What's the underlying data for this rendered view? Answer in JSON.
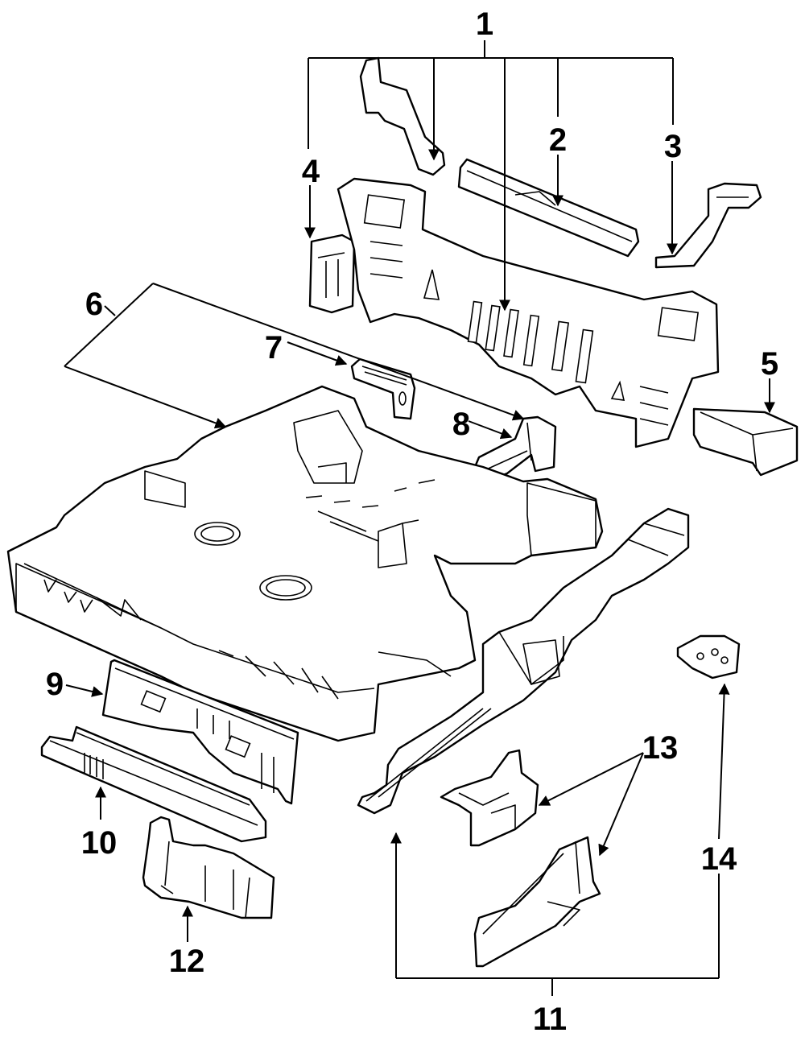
{
  "diagram": {
    "type": "exploded parts diagram",
    "subject": "Rear floor pan and rear body panel assembly",
    "colors": {
      "line": "#000000",
      "background": "#ffffff"
    },
    "callouts": [
      {
        "id": "1",
        "label": "1"
      },
      {
        "id": "2",
        "label": "2"
      },
      {
        "id": "3",
        "label": "3"
      },
      {
        "id": "4",
        "label": "4"
      },
      {
        "id": "5",
        "label": "5"
      },
      {
        "id": "6",
        "label": "6"
      },
      {
        "id": "7",
        "label": "7"
      },
      {
        "id": "8",
        "label": "8"
      },
      {
        "id": "9",
        "label": "9"
      },
      {
        "id": "10",
        "label": "10"
      },
      {
        "id": "11",
        "label": "11"
      },
      {
        "id": "12",
        "label": "12"
      },
      {
        "id": "13",
        "label": "13"
      },
      {
        "id": "14",
        "label": "14"
      }
    ]
  }
}
